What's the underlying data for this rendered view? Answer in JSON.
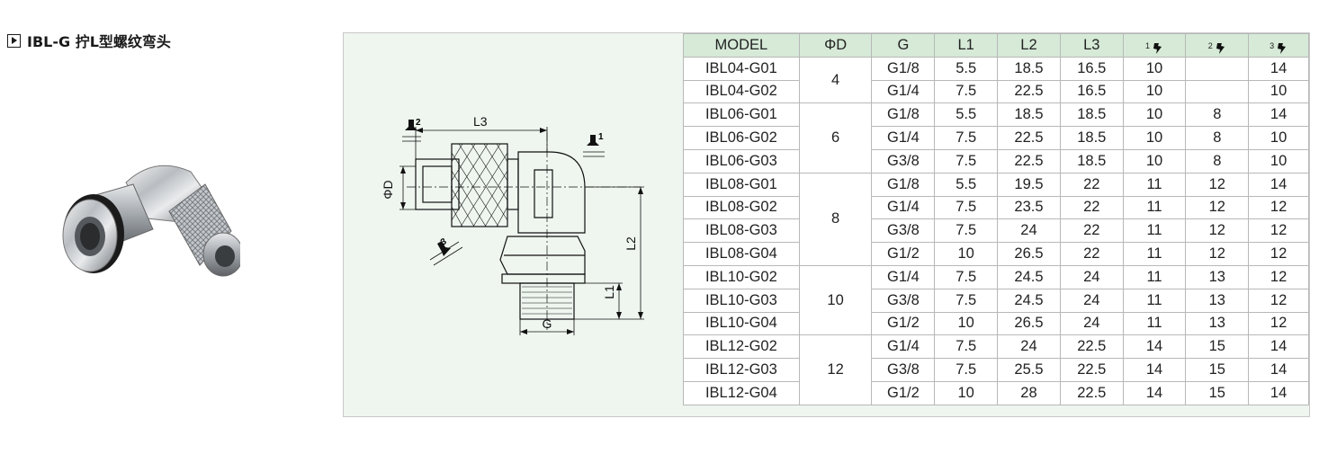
{
  "title": "IBL-G 拧L型螺纹弯头",
  "drawing": {
    "labels": {
      "l3": "L3",
      "phi_d": "ΦD",
      "l2": "L2",
      "l1": "L1",
      "g": "G"
    },
    "wrench_numbers": [
      "2",
      "1",
      "3"
    ]
  },
  "table": {
    "headers": [
      "MODEL",
      "ΦD",
      "G",
      "L1",
      "L2",
      "L3",
      "1",
      "2",
      "3"
    ],
    "groups": [
      {
        "phi_d": "4",
        "rows": [
          {
            "model": "IBL04-G01",
            "g": "G1/8",
            "l1": "5.5",
            "l2": "18.5",
            "l3": "16.5",
            "w1": "10",
            "w2": "",
            "w3": "14"
          },
          {
            "model": "IBL04-G02",
            "g": "G1/4",
            "l1": "7.5",
            "l2": "22.5",
            "l3": "16.5",
            "w1": "10",
            "w2": "",
            "w3": "10"
          }
        ]
      },
      {
        "phi_d": "6",
        "rows": [
          {
            "model": "IBL06-G01",
            "g": "G1/8",
            "l1": "5.5",
            "l2": "18.5",
            "l3": "18.5",
            "w1": "10",
            "w2": "8",
            "w3": "14"
          },
          {
            "model": "IBL06-G02",
            "g": "G1/4",
            "l1": "7.5",
            "l2": "22.5",
            "l3": "18.5",
            "w1": "10",
            "w2": "8",
            "w3": "10"
          },
          {
            "model": "IBL06-G03",
            "g": "G3/8",
            "l1": "7.5",
            "l2": "22.5",
            "l3": "18.5",
            "w1": "10",
            "w2": "8",
            "w3": "10"
          }
        ]
      },
      {
        "phi_d": "8",
        "rows": [
          {
            "model": "IBL08-G01",
            "g": "G1/8",
            "l1": "5.5",
            "l2": "19.5",
            "l3": "22",
            "w1": "11",
            "w2": "12",
            "w3": "14"
          },
          {
            "model": "IBL08-G02",
            "g": "G1/4",
            "l1": "7.5",
            "l2": "23.5",
            "l3": "22",
            "w1": "11",
            "w2": "12",
            "w3": "12"
          },
          {
            "model": "IBL08-G03",
            "g": "G3/8",
            "l1": "7.5",
            "l2": "24",
            "l3": "22",
            "w1": "11",
            "w2": "12",
            "w3": "12"
          },
          {
            "model": "IBL08-G04",
            "g": "G1/2",
            "l1": "10",
            "l2": "26.5",
            "l3": "22",
            "w1": "11",
            "w2": "12",
            "w3": "12"
          }
        ]
      },
      {
        "phi_d": "10",
        "rows": [
          {
            "model": "IBL10-G02",
            "g": "G1/4",
            "l1": "7.5",
            "l2": "24.5",
            "l3": "24",
            "w1": "11",
            "w2": "13",
            "w3": "12"
          },
          {
            "model": "IBL10-G03",
            "g": "G3/8",
            "l1": "7.5",
            "l2": "24.5",
            "l3": "24",
            "w1": "11",
            "w2": "13",
            "w3": "12"
          },
          {
            "model": "IBL10-G04",
            "g": "G1/2",
            "l1": "10",
            "l2": "26.5",
            "l3": "24",
            "w1": "11",
            "w2": "13",
            "w3": "12"
          }
        ]
      },
      {
        "phi_d": "12",
        "rows": [
          {
            "model": "IBL12-G02",
            "g": "G1/4",
            "l1": "7.5",
            "l2": "24",
            "l3": "22.5",
            "w1": "14",
            "w2": "15",
            "w3": "14"
          },
          {
            "model": "IBL12-G03",
            "g": "G3/8",
            "l1": "7.5",
            "l2": "25.5",
            "l3": "22.5",
            "w1": "14",
            "w2": "15",
            "w3": "14"
          },
          {
            "model": "IBL12-G04",
            "g": "G1/2",
            "l1": "10",
            "l2": "28",
            "l3": "22.5",
            "w1": "14",
            "w2": "15",
            "w3": "14"
          }
        ]
      }
    ]
  },
  "colors": {
    "header_bg": "#d6ead7",
    "panel_bg": "#eef6ef",
    "border": "#b8b8b8",
    "ink": "#222222"
  }
}
